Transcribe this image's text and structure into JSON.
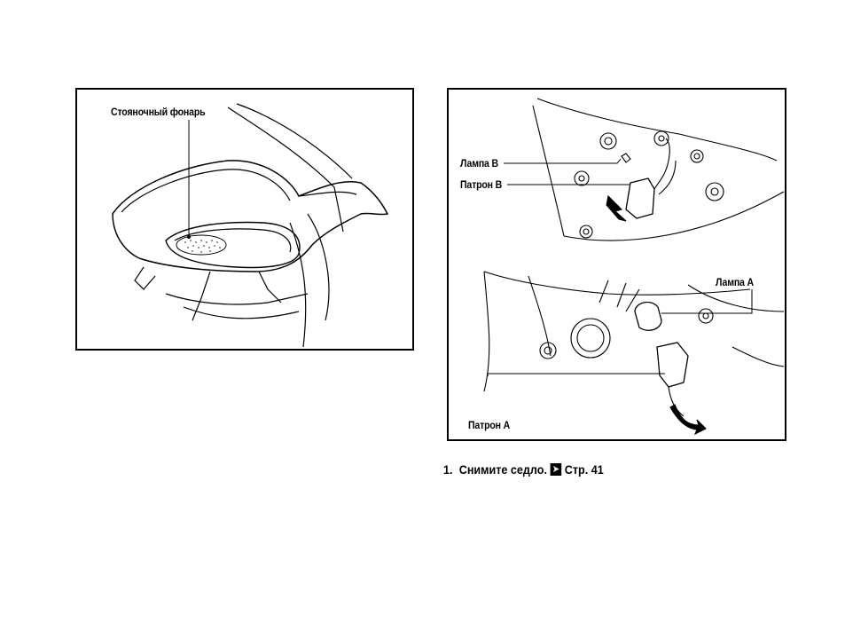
{
  "figure_left": {
    "label_parking_light": "Стояночный фонарь"
  },
  "figure_right": {
    "label_bulb_b": "Лампа B",
    "label_socket_b": "Патрон B",
    "label_bulb_a": "Лампа A",
    "label_socket_a": "Патрон A"
  },
  "step": {
    "number": "1.",
    "text": "Снимите седло.",
    "ref_icon": "page-reference-arrow-icon",
    "ref_text": "Стр. 41"
  }
}
